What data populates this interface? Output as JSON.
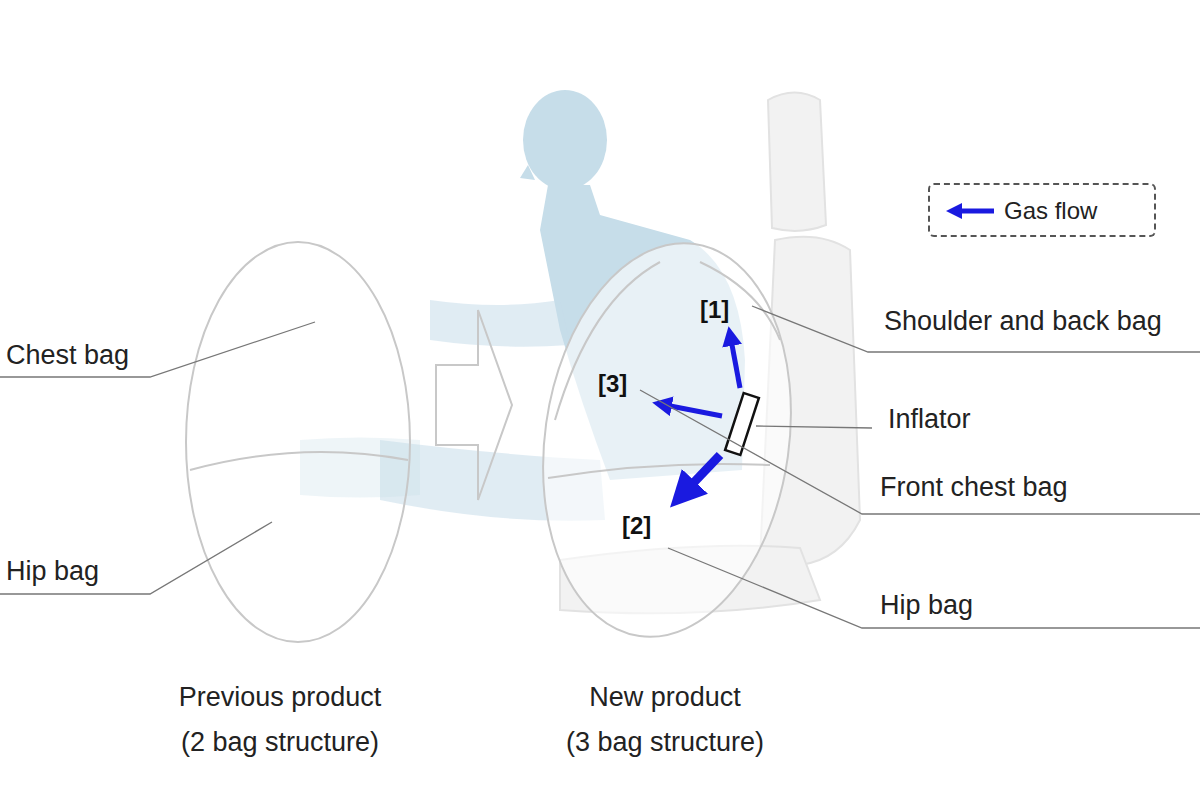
{
  "diagram": {
    "labels": [
      "Chest bag",
      "Hip bag",
      "[1]",
      "Shoulder and back bag",
      "[3]",
      "Inflator",
      "Front chest bag",
      "[2]",
      "Hip bag",
      "Previous product",
      "(2 bag structure)",
      "New product",
      "(3 bag structure)"
    ],
    "legend": [
      {
        "text": "Gas flow"
      }
    ]
  }
}
